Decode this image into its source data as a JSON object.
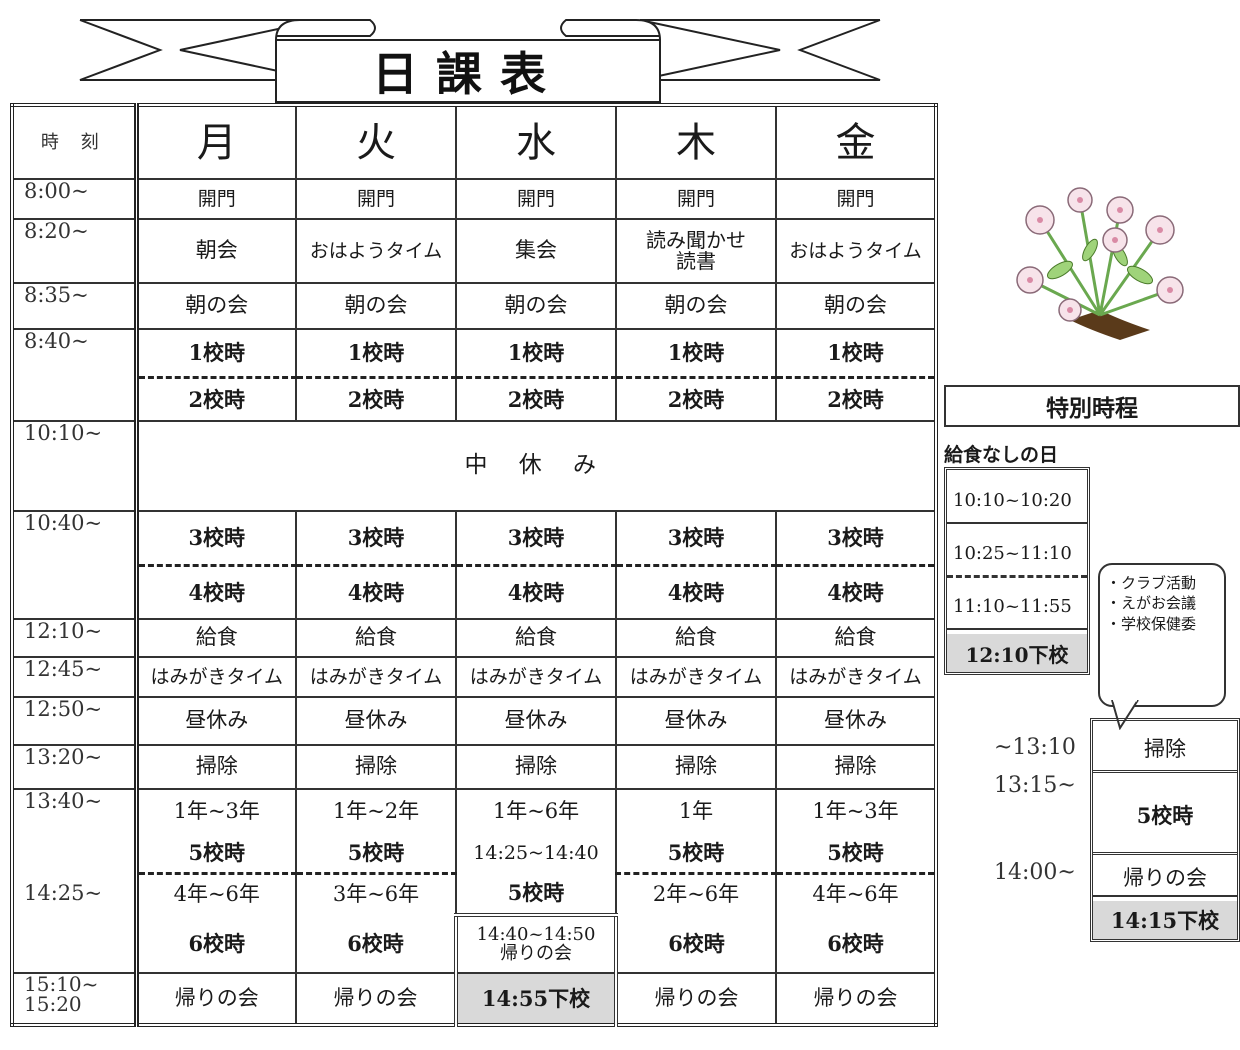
{
  "title": "日課表",
  "header": {
    "time_label": "時 刻",
    "days": [
      "月",
      "火",
      "水",
      "木",
      "金"
    ]
  },
  "rows": {
    "kaimon": {
      "time": "8:00~",
      "cells": [
        "開門",
        "開門",
        "開門",
        "開門",
        "開門"
      ]
    },
    "asa": {
      "time": "8:20~",
      "cells": [
        "朝会",
        "おはようタイム",
        "集会",
        "読み聞かせ\n読書",
        "おはようタイム"
      ]
    },
    "asanokai": {
      "time": "8:35~",
      "cells": [
        "朝の会",
        "朝の会",
        "朝の会",
        "朝の会",
        "朝の会"
      ]
    },
    "period1": {
      "time": "8:40~",
      "cells": [
        "1校時",
        "1校時",
        "1校時",
        "1校時",
        "1校時"
      ]
    },
    "period2": {
      "cells": [
        "2校時",
        "2校時",
        "2校時",
        "2校時",
        "2校時"
      ]
    },
    "nakayasumi": {
      "time": "10:10~",
      "label": "中 休 み"
    },
    "period3": {
      "time": "10:40~",
      "cells": [
        "3校時",
        "3校時",
        "3校時",
        "3校時",
        "3校時"
      ]
    },
    "period4": {
      "cells": [
        "4校時",
        "4校時",
        "4校時",
        "4校時",
        "4校時"
      ]
    },
    "kyushoku": {
      "time": "12:10~",
      "cells": [
        "給食",
        "給食",
        "給食",
        "給食",
        "給食"
      ]
    },
    "hamigaki": {
      "time": "12:45~",
      "cells": [
        "はみがきタイム",
        "はみがきタイム",
        "はみがきタイム",
        "はみがきタイム",
        "はみがきタイム"
      ]
    },
    "hiruyasumi": {
      "time": "12:50~",
      "cells": [
        "昼休み",
        "昼休み",
        "昼休み",
        "昼休み",
        "昼休み"
      ]
    },
    "soji": {
      "time": "13:20~",
      "cells": [
        "掃除",
        "掃除",
        "掃除",
        "掃除",
        "掃除"
      ]
    },
    "p5a": {
      "time": "13:40~",
      "cells": [
        "1年~3年",
        "1年~2年",
        "1年~6年",
        "1年",
        "1年~3年"
      ]
    },
    "p5b": {
      "cells": [
        "5校時",
        "5校時",
        "14:25~14:40",
        "5校時",
        "5校時"
      ]
    },
    "p6a": {
      "time": "14:25~",
      "cells": [
        "4年~6年",
        "3年~6年",
        "5校時",
        "2年~6年",
        "4年~6年"
      ]
    },
    "p6b": {
      "cells": [
        "6校時",
        "6校時",
        "14:40~14:50\n帰りの会",
        "6校時",
        "6校時"
      ]
    },
    "kaeri": {
      "time": "15:10~\n15:20",
      "cells": [
        "帰りの会",
        "帰りの会",
        "14:55下校",
        "帰りの会",
        "帰りの会"
      ]
    }
  },
  "special": {
    "title": "特別時程",
    "no_lunch_label": "給食なしの日",
    "no_lunch_rows": [
      "10:10~10:20",
      "10:25~11:10",
      "11:10~11:55",
      "12:10下校"
    ],
    "bubble_lines": [
      "・クラブ活動",
      "・えがお会議",
      "・学校保健委"
    ],
    "side_times": [
      "~13:10",
      "13:15~",
      "14:00~"
    ],
    "right_rows": [
      "掃除",
      "5校時",
      "帰りの会",
      "14:15下校"
    ]
  }
}
